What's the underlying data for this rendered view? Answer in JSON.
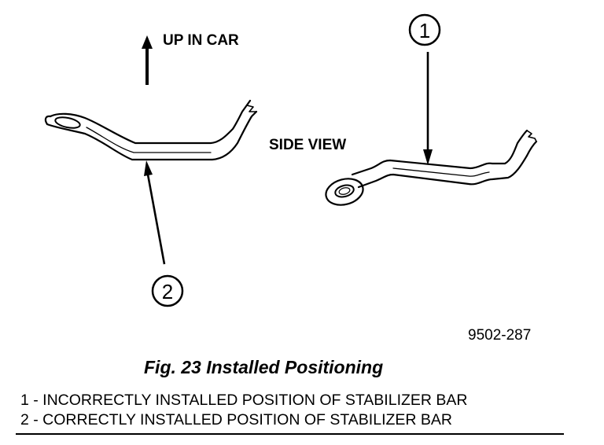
{
  "figure": {
    "up_label": "UP IN CAR",
    "side_view_label": "SIDE VIEW",
    "figure_id": "9502-287",
    "caption": "Fig. 23 Installed Positioning"
  },
  "callouts": [
    {
      "number": "1",
      "description": "INCORRECTLY INSTALLED POSITION OF STABILIZER BAR"
    },
    {
      "number": "2",
      "description": "CORRECTLY INSTALLED POSITION OF STABILIZER BAR"
    }
  ],
  "legend": {
    "line1": "1 - INCORRECTLY INSTALLED POSITION OF STABILIZER BAR",
    "line2": "2 - CORRECTLY INSTALLED POSITION OF STABILIZER BAR"
  },
  "colors": {
    "ink": "#000000",
    "background": "#ffffff"
  }
}
